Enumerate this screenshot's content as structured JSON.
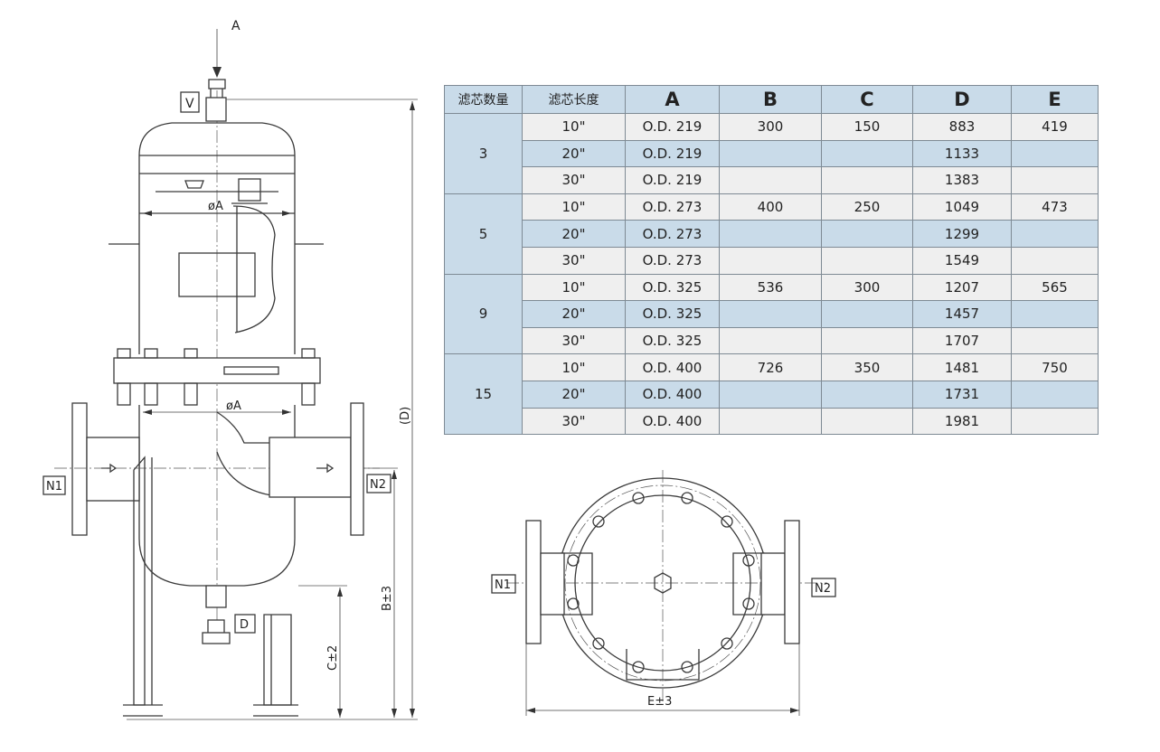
{
  "drawing": {
    "side_labels": {
      "inlet_arrow": "A",
      "vent": "V",
      "drain": "D",
      "inlet": "N1",
      "outlet": "N2"
    },
    "dimensions": {
      "upper_diameter": "øA",
      "lower_diameter": "øA",
      "height_D": "(D)",
      "height_B": "B±3",
      "height_C": "C±2"
    },
    "top_view": {
      "inlet": "N1",
      "outlet": "N2",
      "width_E": "E±3"
    }
  },
  "table": {
    "headers": [
      "滤芯数量",
      "滤芯长度",
      "A",
      "B",
      "C",
      "D",
      "E"
    ],
    "groups": [
      {
        "count": "3",
        "rows": [
          {
            "length": "10\"",
            "A": "O.D. 219",
            "B": "300",
            "C": "150",
            "D": "883",
            "E": "419"
          },
          {
            "length": "20\"",
            "A": "O.D. 219",
            "B": "",
            "C": "",
            "D": "1133",
            "E": ""
          },
          {
            "length": "30\"",
            "A": "O.D. 219",
            "B": "",
            "C": "",
            "D": "1383",
            "E": ""
          }
        ]
      },
      {
        "count": "5",
        "rows": [
          {
            "length": "10\"",
            "A": "O.D. 273",
            "B": "400",
            "C": "250",
            "D": "1049",
            "E": "473"
          },
          {
            "length": "20\"",
            "A": "O.D. 273",
            "B": "",
            "C": "",
            "D": "1299",
            "E": ""
          },
          {
            "length": "30\"",
            "A": "O.D. 273",
            "B": "",
            "C": "",
            "D": "1549",
            "E": ""
          }
        ]
      },
      {
        "count": "9",
        "rows": [
          {
            "length": "10\"",
            "A": "O.D. 325",
            "B": "536",
            "C": "300",
            "D": "1207",
            "E": "565"
          },
          {
            "length": "20\"",
            "A": "O.D. 325",
            "B": "",
            "C": "",
            "D": "1457",
            "E": ""
          },
          {
            "length": "30\"",
            "A": "O.D. 325",
            "B": "",
            "C": "",
            "D": "1707",
            "E": ""
          }
        ]
      },
      {
        "count": "15",
        "rows": [
          {
            "length": "10\"",
            "A": "O.D. 400",
            "B": "726",
            "C": "350",
            "D": "1481",
            "E": "750"
          },
          {
            "length": "20\"",
            "A": "O.D. 400",
            "B": "",
            "C": "",
            "D": "1731",
            "E": ""
          },
          {
            "length": "30\"",
            "A": "O.D. 400",
            "B": "",
            "C": "",
            "D": "1981",
            "E": ""
          }
        ]
      }
    ]
  }
}
